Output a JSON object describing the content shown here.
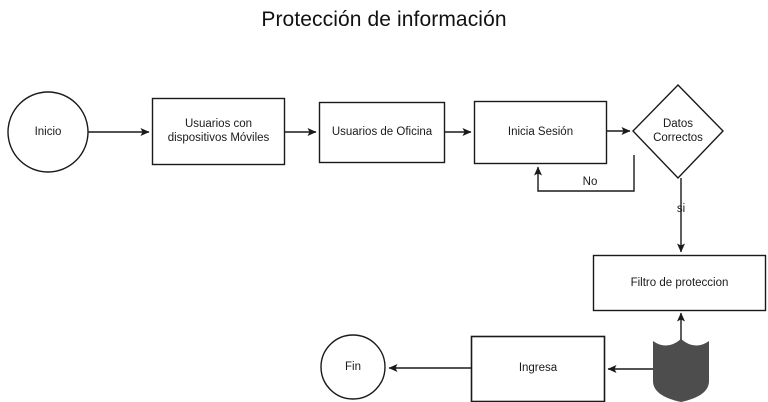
{
  "title": "Protección de información",
  "colors": {
    "stroke": "#1a1a1a",
    "node_fill": "#ffffff",
    "shield_fill": "#4d4d4d",
    "text": "#1a1a1a",
    "background": "#ffffff"
  },
  "diagram": {
    "type": "flowchart",
    "nodes": [
      {
        "id": "inicio",
        "shape": "circle",
        "label": "Inicio"
      },
      {
        "id": "moviles",
        "shape": "rectangle",
        "label": "Usuarios con\ndispositivos Móviles"
      },
      {
        "id": "oficina",
        "shape": "rectangle",
        "label": "Usuarios de Oficina"
      },
      {
        "id": "sesion",
        "shape": "rectangle",
        "label": "Inicia Sesión"
      },
      {
        "id": "datos",
        "shape": "diamond",
        "label": "Datos\nCorrectos"
      },
      {
        "id": "filtro",
        "shape": "rectangle",
        "label": "Filtro de proteccion"
      },
      {
        "id": "escudo",
        "shape": "shield",
        "label": ""
      },
      {
        "id": "ingresa",
        "shape": "rectangle",
        "label": "Ingresa"
      },
      {
        "id": "fin",
        "shape": "circle",
        "label": "Fin"
      }
    ],
    "edges": [
      {
        "from": "inicio",
        "to": "moviles",
        "label": ""
      },
      {
        "from": "moviles",
        "to": "oficina",
        "label": ""
      },
      {
        "from": "oficina",
        "to": "sesion",
        "label": ""
      },
      {
        "from": "sesion",
        "to": "datos",
        "label": ""
      },
      {
        "from": "datos",
        "to": "sesion",
        "label": "No"
      },
      {
        "from": "datos",
        "to": "filtro",
        "label": "si"
      },
      {
        "from": "escudo",
        "to": "filtro",
        "label": ""
      },
      {
        "from": "escudo",
        "to": "ingresa",
        "label": ""
      },
      {
        "from": "ingresa",
        "to": "fin",
        "label": ""
      }
    ],
    "edge_labels": {
      "no": "No",
      "si": "si"
    }
  }
}
